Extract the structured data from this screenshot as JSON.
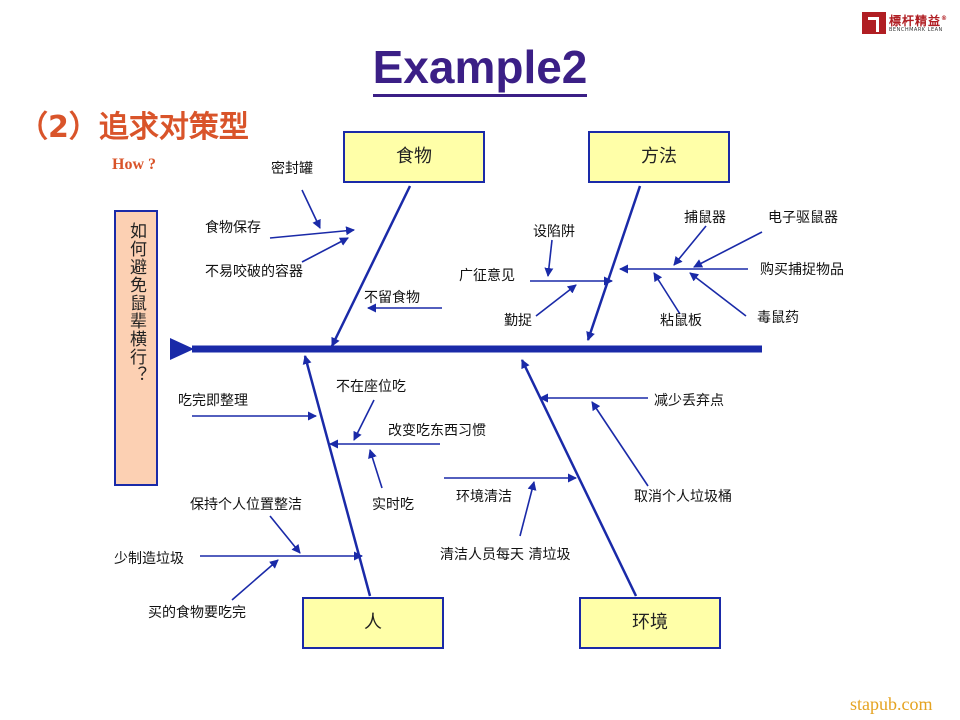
{
  "logo": {
    "name_cn": "標杆精益",
    "name_en": "BENCHMARK LEAN",
    "registered": "®"
  },
  "title": "Example2",
  "subtitle": "（2）追求对策型",
  "how": "How ?",
  "head": "如何避免鼠辈横行？",
  "categories": {
    "food": "食物",
    "method": "方法",
    "people": "人",
    "environment": "环境"
  },
  "causes": {
    "sealed_jar": "密封罐",
    "food_storage": "食物保存",
    "unbreakable_container": "不易咬破的容器",
    "no_leftover_food": "不留食物",
    "set_trap": "设陷阱",
    "collect_opinions": "广征意见",
    "diligent_catch": "勤捉",
    "mouse_catcher": "捕鼠器",
    "electronic_repeller": "电子驱鼠器",
    "buy_catching_items": "购买捕捉物品",
    "glue_board": "粘鼠板",
    "rat_poison": "毒鼠药",
    "tidy_after_eating": "吃完即整理",
    "not_at_seat_eating": "不在座位吃",
    "change_eating_habits": "改变吃东西习惯",
    "eat_immediately": "实时吃",
    "keep_personal_area_clean": "保持个人位置整洁",
    "make_less_garbage": "少制造垃圾",
    "finish_bought_food": "买的食物要吃完",
    "reduce_dumping_points": "减少丢弃点",
    "environment_cleaning": "环境清洁",
    "remove_personal_bins": "取消个人垃圾桶",
    "cleaner_daily_clearing": "清洁人员每天 清垃圾"
  },
  "watermark": "stapub.com",
  "colors": {
    "line": "#1a2aa8",
    "title": "#3b1f86",
    "accent": "#d9542a",
    "category_fill": "#ffffa8",
    "head_fill": "#fcd0b3"
  }
}
